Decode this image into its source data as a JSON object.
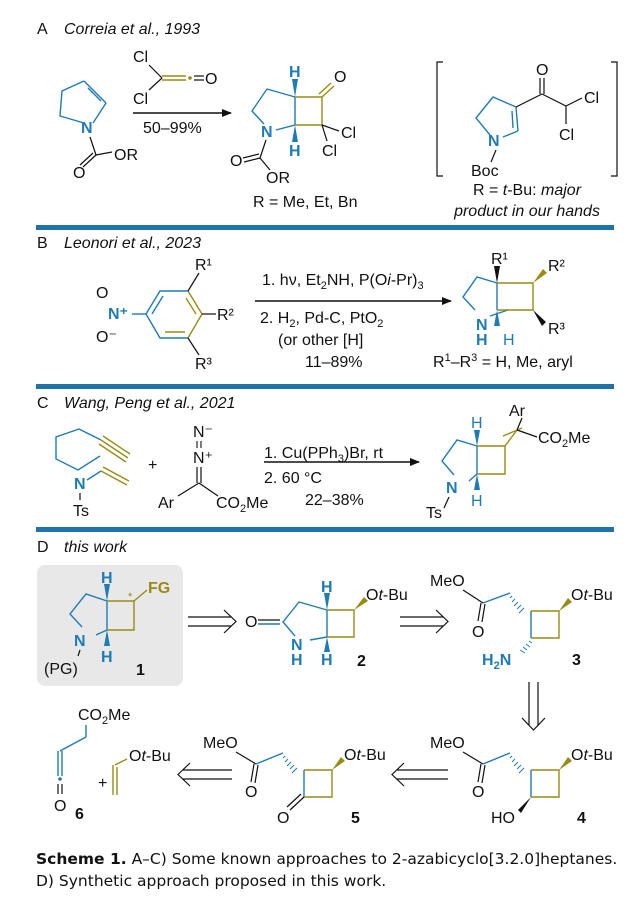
{
  "colors": {
    "ring_blue": "#1f7bb6",
    "ring_olive": "#9a8a14",
    "separator": "#1f73a8",
    "box_bg": "#e8e8e8"
  },
  "panels": [
    {
      "letter": "A",
      "citation": "Correia et al., 1993",
      "reagent_top": "Cl",
      "reagent_bottom": "Cl",
      "reagent_O": "O",
      "yield": "50–99%",
      "substituent_note": "R = Me, Et, Bn",
      "side_product_note_line1": "R = t-Bu: major",
      "side_product_note_line2": "product in our hands",
      "labels": {
        "N": "N",
        "OR": "OR",
        "O": "O",
        "H": "H",
        "Cl": "Cl",
        "Boc": "Boc"
      }
    },
    {
      "letter": "B",
      "citation": "Leonori et al., 2023",
      "step1": "1. hν, Et₂NH, P(Oi-Pr)₃",
      "step2": "2. H₂, Pd-C, PtO₂",
      "step3": "(or other [H]",
      "yield": "11–89%",
      "substituent_note": "R¹–R³ = H, Me, aryl",
      "labels": {
        "R1": "R¹",
        "R2": "R²",
        "R3": "R³",
        "Nplus": "N⁺",
        "Ominus": "O⁻",
        "O": "O",
        "NH_N": "N",
        "NH_H": "H",
        "H": "H"
      }
    },
    {
      "letter": "C",
      "citation": "Wang, Peng et al., 2021",
      "step1": "1. Cu(PPh₃)Br, rt",
      "step2": "2. 60 °C",
      "yield": "22–38%",
      "labels": {
        "N": "N",
        "Ts": "Ts",
        "plus": "+",
        "Nminus": "N⁻",
        "Nplus": "N⁺",
        "Ar": "Ar",
        "CO2Me": "CO₂Me",
        "H": "H"
      }
    },
    {
      "letter": "D",
      "citation": "this work",
      "compounds": [
        {
          "id": "1",
          "labels": [
            "FG",
            "(PG)",
            "N",
            "H",
            "*"
          ]
        },
        {
          "id": "2",
          "labels": [
            "O",
            "Ot-Bu",
            "N",
            "H"
          ]
        },
        {
          "id": "3",
          "labels": [
            "MeO",
            "O",
            "Ot-Bu",
            "H₂N"
          ]
        },
        {
          "id": "4",
          "labels": [
            "MeO",
            "O",
            "Ot-Bu",
            "HO"
          ]
        },
        {
          "id": "5",
          "labels": [
            "MeO",
            "O",
            "Ot-Bu",
            "O"
          ]
        },
        {
          "id": "6",
          "labels": [
            "CO₂Me",
            "O"
          ]
        }
      ],
      "plus": "+",
      "vinyl_ether_label": "Ot-Bu"
    }
  ],
  "caption": {
    "bold": "Scheme 1.",
    "text": " A–C) Some known approaches to 2-azabicyclo[3.2.0]heptanes. D) Synthetic approach proposed in this work."
  }
}
